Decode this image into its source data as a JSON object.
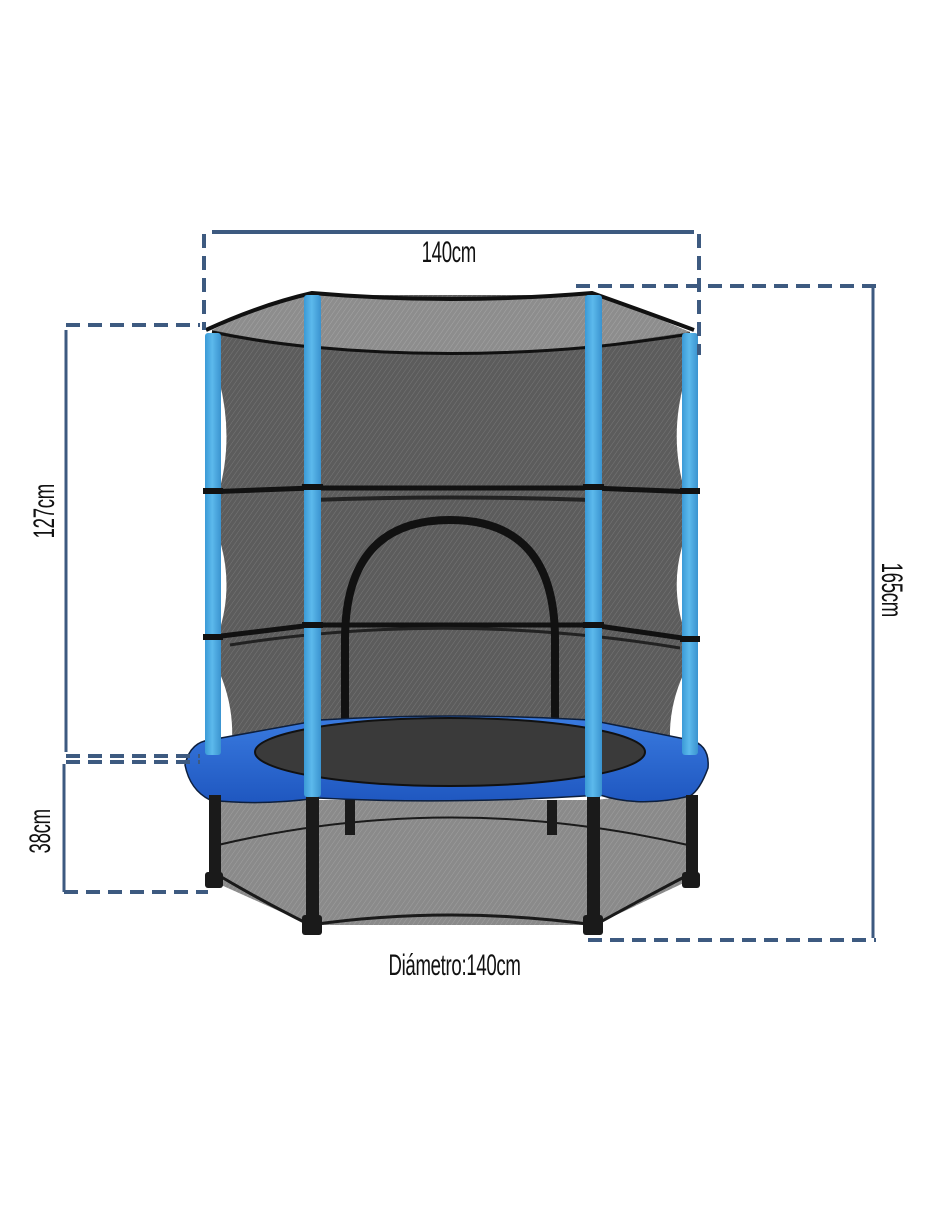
{
  "diagram": {
    "subject": "Children's trampoline with safety enclosure net",
    "line_color": "#3d5a80",
    "pole_color": "#4aa8dc",
    "mat_cover_color": "#2d6bd0",
    "net_color": "#5a5a5a",
    "frame_color": "#1a1a1a"
  },
  "dimensions": {
    "top_width": "140cm",
    "enclosure_height": "127cm",
    "leg_height": "38cm",
    "total_height": "165cm",
    "diameter": "Diámetro:140cm"
  }
}
